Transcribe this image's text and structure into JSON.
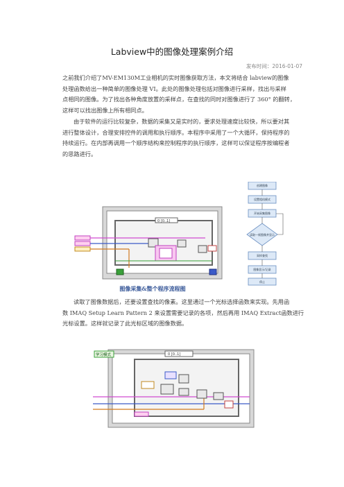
{
  "article": {
    "title": "Labview中的图像处理案例介绍",
    "date": "发布时间：2016-01-07",
    "p1": [
      "之前我们介绍了MV-EM130M工业相机的实时图像获取方法，本文将结合 labview的图像",
      "处理函数给出一种简单的图像处理 VI。此处的图像处理包括对图像进行采样，找出与采样",
      "点相同的图像。为了找出各种角度放置的采样点，在查找的同时对图像进行了 360° 的翻转，",
      "这样可以找出图像上所有相同点。"
    ],
    "p2": [
      "由于软件的运行比较复杂，数据的采集又是实时的，要求处理速度比较快，所以要对其",
      "进行整体设计，合理安排控件的调用和执行顺序。本程序中采用了一个大循环，保持程序的",
      "持续运行。在内部再调用一个顺序结构来控制程序的执行顺序，这样可以保证程序按编程者",
      "的思路进行。"
    ],
    "caption": "图像采集&整个程序流程图",
    "p3": [
      "读取了图像数据后，还要设置查找的像素。这里通过一个光标选择函数来实现。先用函",
      "数 IMAQ Setup Learn Pattern 2 来设置需要记录的各项，然后再用 IMAQ Extract函数进行",
      "光标设置。这样就记录了此光标区域的图像数据。"
    ]
  },
  "flowchart": {
    "steps": [
      "创建图像",
      "设置相机模式",
      "开始采集图像",
      "读取一帧图像并显示",
      "采样查找",
      "图像显示/记录",
      "停止"
    ]
  },
  "diagram2": {
    "label": "学习模式",
    "frame_label": "0 [0..1]"
  },
  "diagram1": {
    "frame_label": "0 [0..1]"
  },
  "colors": {
    "caption": "#3a5a9a",
    "wire_orange": "#d27a1e",
    "wire_pink": "#d04ad0",
    "wire_blue": "#3a5ac8",
    "wire_green": "#3aa03a",
    "flow_box": "#dde9f7",
    "flow_border": "#6a8ec0"
  }
}
